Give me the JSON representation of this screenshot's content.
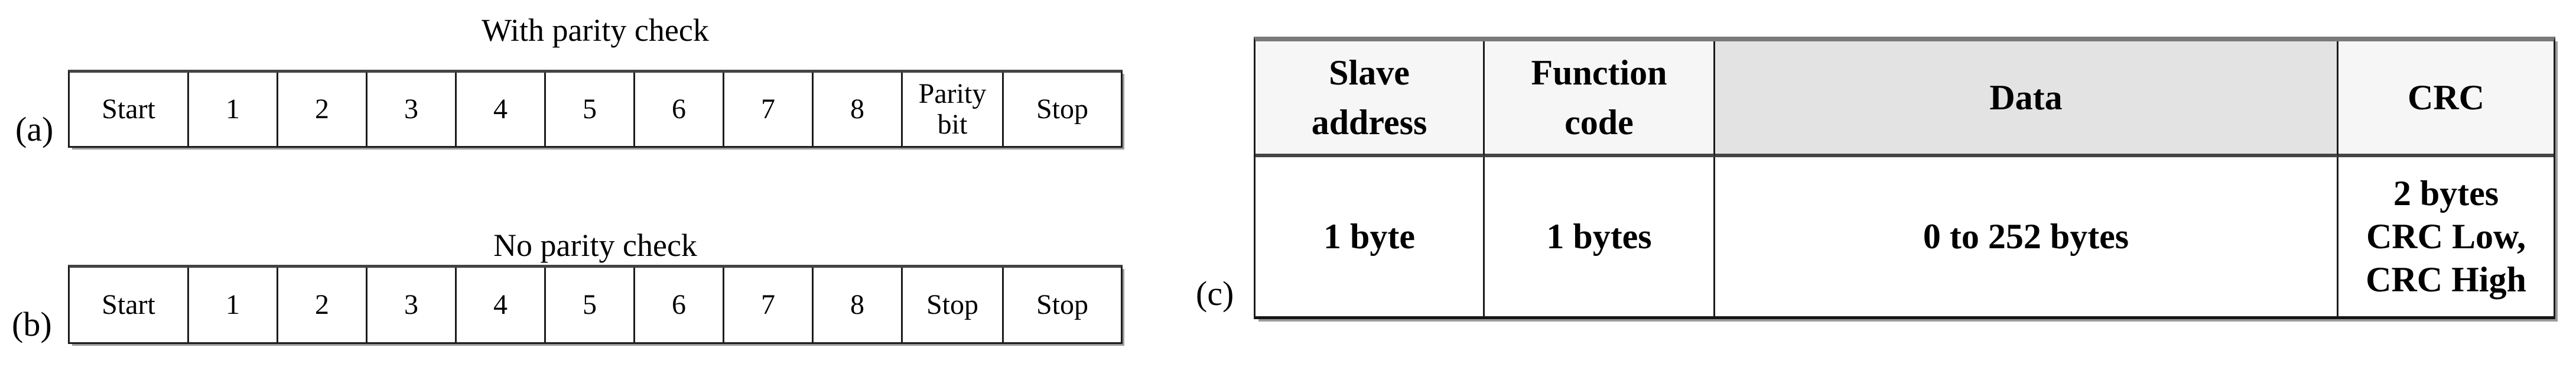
{
  "colors": {
    "background": "#ffffff",
    "text": "#000000",
    "border_dark": "#1c1c1c",
    "border_shadow": "#9b9b9b",
    "table_top_border": "#7a7a7a",
    "header_light_bg": "#f6f6f6",
    "header_data_bg": "#e3e3e3",
    "cell_bg": "#ffffff"
  },
  "panel_a": {
    "label": "(a)",
    "title": "With parity check",
    "cells": [
      "Start",
      "1",
      "2",
      "3",
      "4",
      "5",
      "6",
      "7",
      "8",
      [
        "Parity",
        "bit"
      ],
      "Stop"
    ]
  },
  "panel_b": {
    "label": "(b)",
    "title": "No parity check",
    "cells": [
      "Start",
      "1",
      "2",
      "3",
      "4",
      "5",
      "6",
      "7",
      "8",
      "Stop",
      "Stop"
    ]
  },
  "panel_c": {
    "label": "(c)",
    "columns": [
      {
        "header": [
          "Slave",
          "address"
        ],
        "value": "1 byte"
      },
      {
        "header": [
          "Function",
          "code"
        ],
        "value": "1 bytes"
      },
      {
        "header": "Data",
        "value": "0 to 252 bytes"
      },
      {
        "header": "CRC",
        "value": [
          "2 bytes",
          "CRC Low,",
          "CRC High"
        ]
      }
    ]
  }
}
